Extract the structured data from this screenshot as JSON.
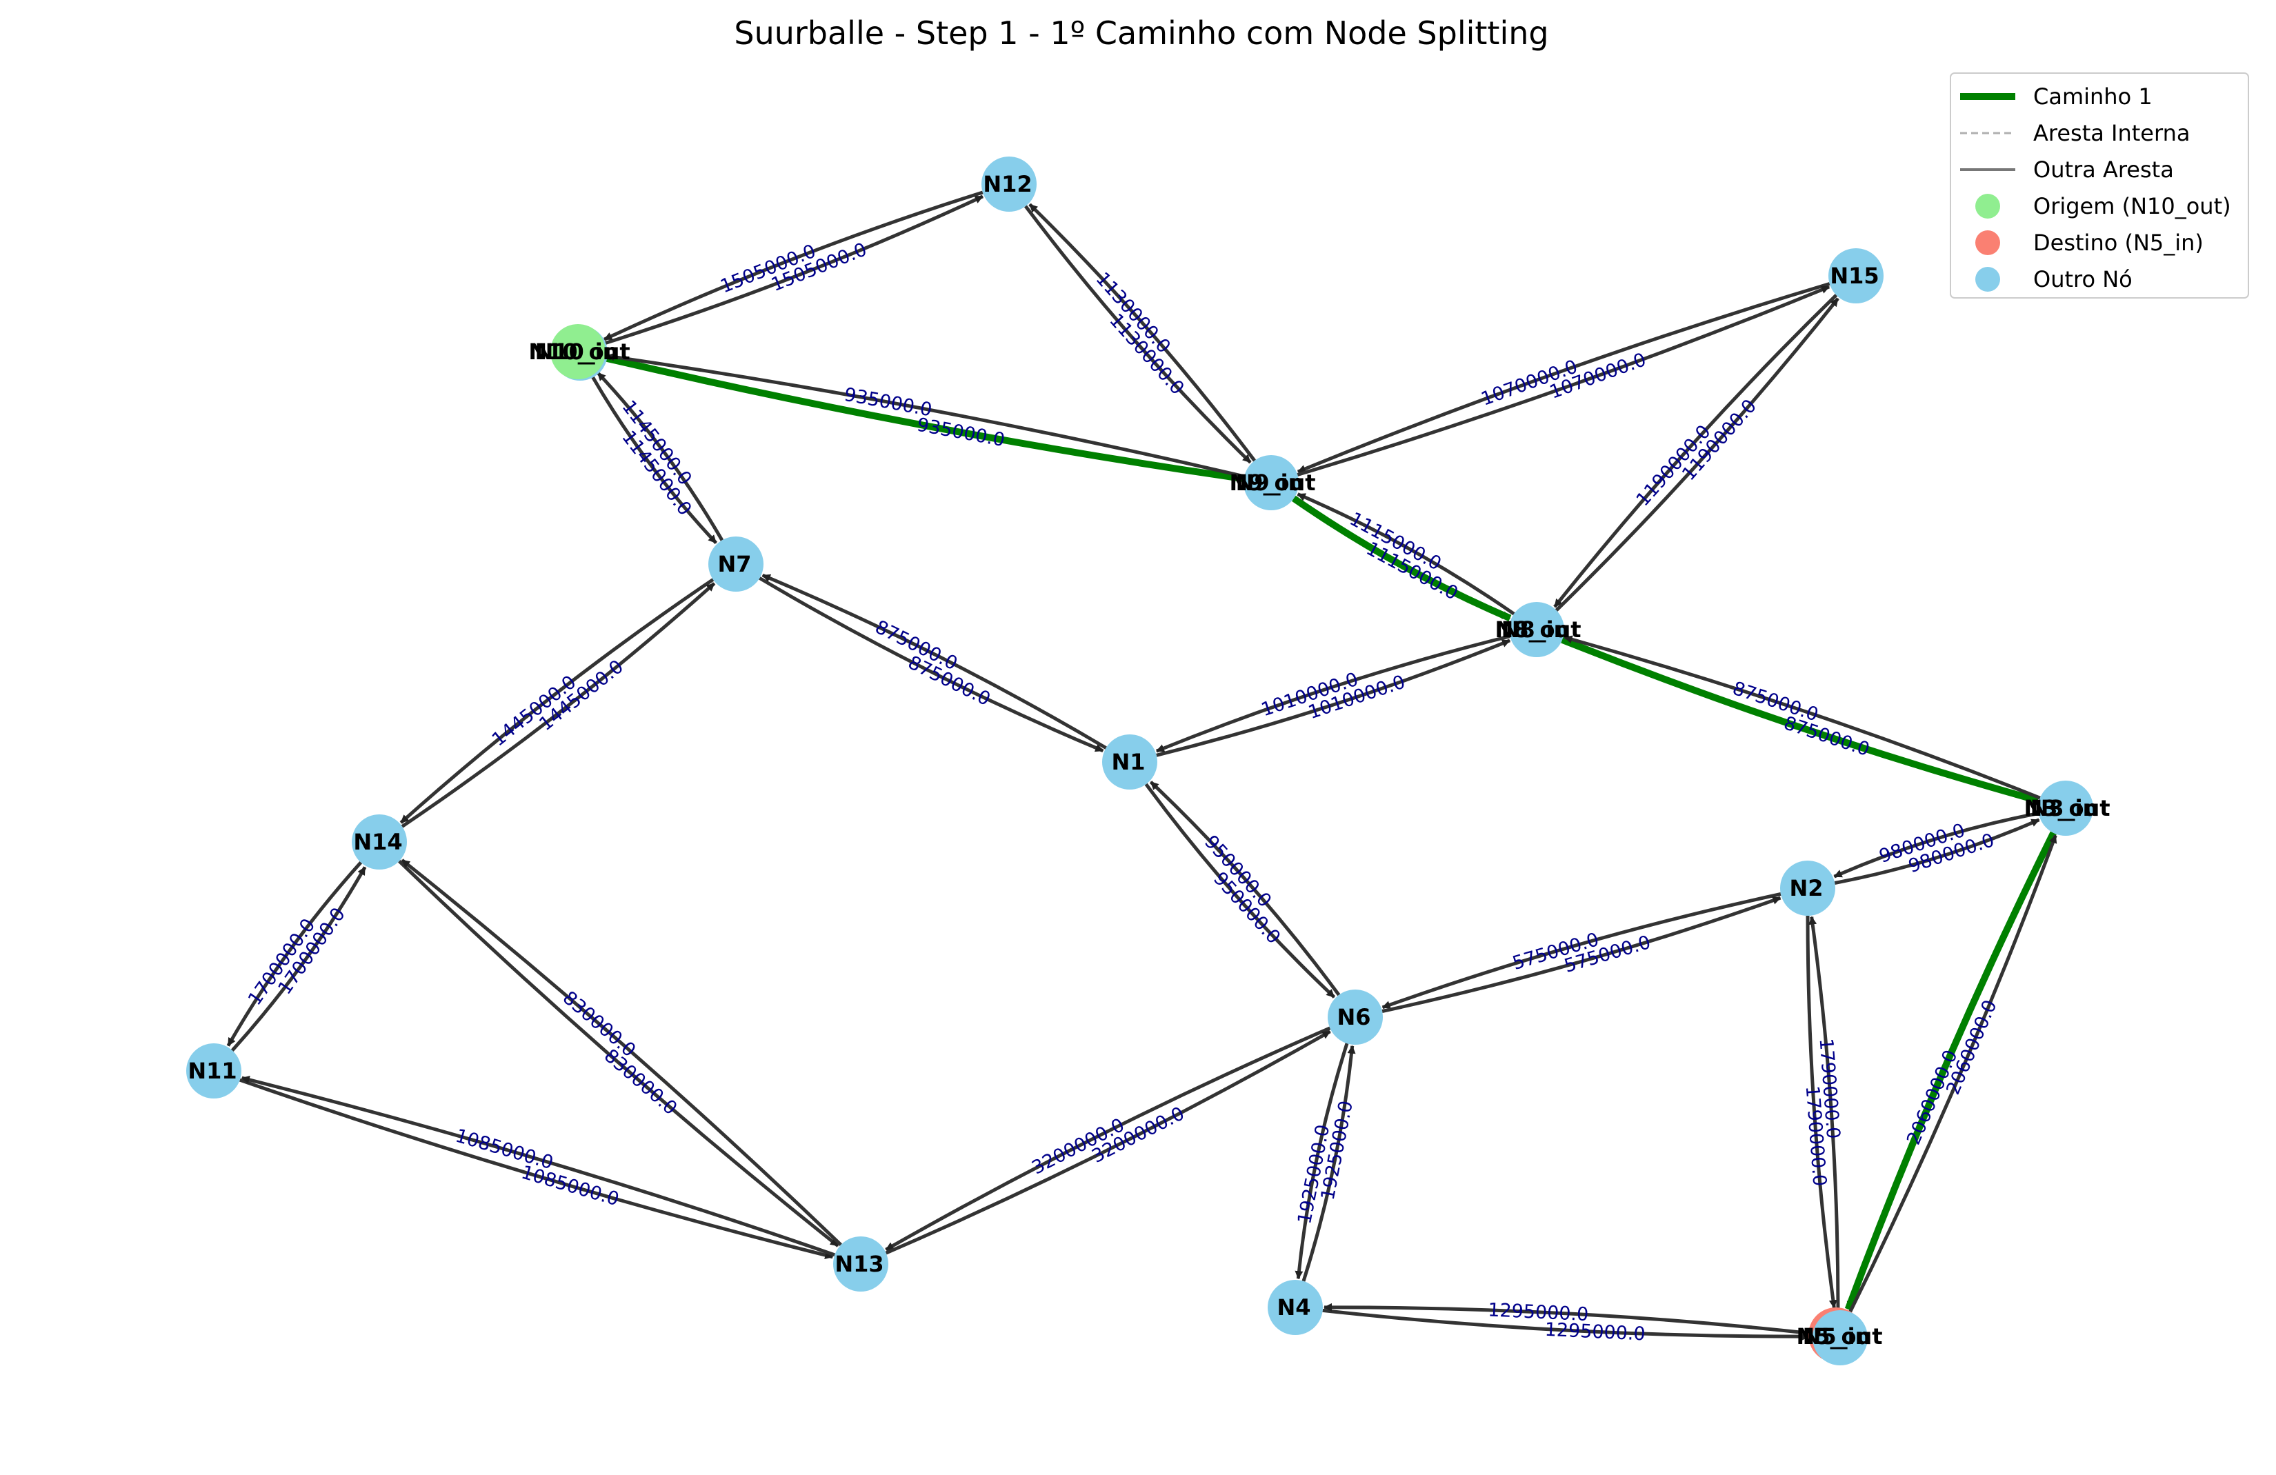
{
  "title": "Suurballe - Step 1 - 1º Caminho com Node Splitting",
  "colors": {
    "path": "#008000",
    "edge": "#333333",
    "internal_edge": "#b0b0b0",
    "node": "#87ceeb",
    "source": "#90ee90",
    "target": "#fa8072",
    "edge_label": "#00008b"
  },
  "legend": {
    "items": [
      {
        "label": "Caminho 1",
        "kind": "path-line"
      },
      {
        "label": "Aresta Interna",
        "kind": "internal-line"
      },
      {
        "label": "Outra Aresta",
        "kind": "edge-line"
      },
      {
        "label": "Origem (N10_out)",
        "kind": "source-dot"
      },
      {
        "label": "Destino (N5_in)",
        "kind": "target-dot"
      },
      {
        "label": "Outro Nó",
        "kind": "node-dot"
      }
    ]
  },
  "nodes": [
    {
      "id": "N12",
      "labels": [
        "N12"
      ],
      "role": "node"
    },
    {
      "id": "N15",
      "labels": [
        "N15"
      ],
      "role": "node"
    },
    {
      "id": "N10",
      "labels": [
        "N10_in",
        "N10_out"
      ],
      "role": "source"
    },
    {
      "id": "N9",
      "labels": [
        "N9_in",
        "N9_out"
      ],
      "role": "node"
    },
    {
      "id": "N7",
      "labels": [
        "N7"
      ],
      "role": "node"
    },
    {
      "id": "N8",
      "labels": [
        "N8_in",
        "N8_out"
      ],
      "role": "node"
    },
    {
      "id": "N1",
      "labels": [
        "N1"
      ],
      "role": "node"
    },
    {
      "id": "N14",
      "labels": [
        "N14"
      ],
      "role": "node"
    },
    {
      "id": "N3",
      "labels": [
        "N3_in",
        "N3_out"
      ],
      "role": "node"
    },
    {
      "id": "N2",
      "labels": [
        "N2"
      ],
      "role": "node"
    },
    {
      "id": "N11",
      "labels": [
        "N11"
      ],
      "role": "node"
    },
    {
      "id": "N6",
      "labels": [
        "N6"
      ],
      "role": "node"
    },
    {
      "id": "N13",
      "labels": [
        "N13"
      ],
      "role": "node"
    },
    {
      "id": "N4",
      "labels": [
        "N4"
      ],
      "role": "node"
    },
    {
      "id": "N5",
      "labels": [
        "N5_in",
        "N5_out"
      ],
      "role": "target"
    }
  ],
  "edges": [
    {
      "from": "N10",
      "to": "N12",
      "weight": "1505000.0"
    },
    {
      "from": "N12",
      "to": "N10",
      "weight": "1505000.0"
    },
    {
      "from": "N12",
      "to": "N9",
      "weight": "1130000.0"
    },
    {
      "from": "N9",
      "to": "N12",
      "weight": "1130000.0"
    },
    {
      "from": "N10",
      "to": "N9",
      "weight": "935000.0",
      "path": true
    },
    {
      "from": "N9",
      "to": "N10",
      "weight": "935000.0"
    },
    {
      "from": "N15",
      "to": "N9",
      "weight": "1070000.0"
    },
    {
      "from": "N9",
      "to": "N15",
      "weight": "1070000.0"
    },
    {
      "from": "N10",
      "to": "N7",
      "weight": "1145000.0"
    },
    {
      "from": "N7",
      "to": "N10",
      "weight": "1145000.0"
    },
    {
      "from": "N15",
      "to": "N8",
      "weight": "1190000.0"
    },
    {
      "from": "N8",
      "to": "N15",
      "weight": "1190000.0"
    },
    {
      "from": "N9",
      "to": "N8",
      "weight": "1115000.0",
      "path": true
    },
    {
      "from": "N8",
      "to": "N9",
      "weight": "1115000.0"
    },
    {
      "from": "N7",
      "to": "N1",
      "weight": "875000.0"
    },
    {
      "from": "N1",
      "to": "N7",
      "weight": "875000.0"
    },
    {
      "from": "N1",
      "to": "N8",
      "weight": "1010000.0"
    },
    {
      "from": "N8",
      "to": "N1",
      "weight": "1010000.0"
    },
    {
      "from": "N7",
      "to": "N14",
      "weight": "1445000.0"
    },
    {
      "from": "N14",
      "to": "N7",
      "weight": "1445000.0"
    },
    {
      "from": "N8",
      "to": "N3",
      "weight": "875000.0",
      "path": true
    },
    {
      "from": "N3",
      "to": "N8",
      "weight": "875000.0"
    },
    {
      "from": "N2",
      "to": "N3",
      "weight": "980000.0"
    },
    {
      "from": "N3",
      "to": "N2",
      "weight": "980000.0"
    },
    {
      "from": "N1",
      "to": "N6",
      "weight": "950000.0"
    },
    {
      "from": "N6",
      "to": "N1",
      "weight": "950000.0"
    },
    {
      "from": "N14",
      "to": "N11",
      "weight": "1700000.0"
    },
    {
      "from": "N11",
      "to": "N14",
      "weight": "1700000.0"
    },
    {
      "from": "N2",
      "to": "N6",
      "weight": "575000.0"
    },
    {
      "from": "N6",
      "to": "N2",
      "weight": "575000.0"
    },
    {
      "from": "N14",
      "to": "N13",
      "weight": "830000.0"
    },
    {
      "from": "N13",
      "to": "N14",
      "weight": "830000.0"
    },
    {
      "from": "N6",
      "to": "N13",
      "weight": "3200000.0"
    },
    {
      "from": "N13",
      "to": "N6",
      "weight": "3200000.0"
    },
    {
      "from": "N11",
      "to": "N13",
      "weight": "1085000.0"
    },
    {
      "from": "N13",
      "to": "N11",
      "weight": "1085000.0"
    },
    {
      "from": "N6",
      "to": "N4",
      "weight": "1925000.0"
    },
    {
      "from": "N4",
      "to": "N6",
      "weight": "1925000.0"
    },
    {
      "from": "N2",
      "to": "N5",
      "weight": "1790000.0"
    },
    {
      "from": "N5",
      "to": "N2",
      "weight": "1790000.0"
    },
    {
      "from": "N3",
      "to": "N5",
      "weight": "2060000.0",
      "path": true
    },
    {
      "from": "N5",
      "to": "N3",
      "weight": "2060000.0"
    },
    {
      "from": "N4",
      "to": "N5",
      "weight": "1295000.0"
    },
    {
      "from": "N5",
      "to": "N4",
      "weight": "1295000.0"
    }
  ]
}
